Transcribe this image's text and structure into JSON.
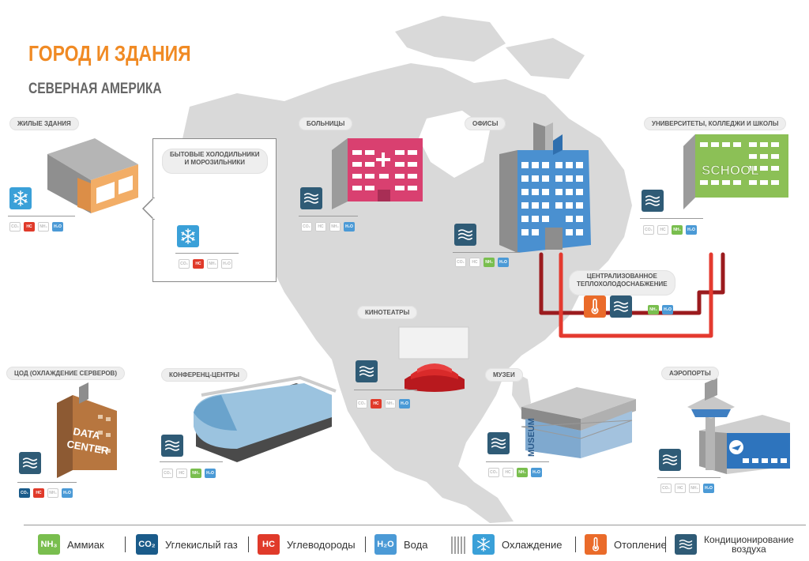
{
  "title": "ГОРОД И ЗДАНИЯ",
  "subtitle": "СЕВЕРНАЯ АМЕРИКА",
  "labels": {
    "residential": "ЖИЛЫЕ ЗДАНИЯ",
    "fridges_1": "БЫТОВЫЕ ХОЛОДИЛЬНИКИ",
    "fridges_2": "И МОРОЗИЛЬНИКИ",
    "hospitals": "БОЛЬНИЦЫ",
    "offices": "ОФИСЫ",
    "universities": "УНИВЕРСИТЕТЫ, КОЛЛЕДЖИ И ШКОЛЫ",
    "district_1": "ЦЕНТРАЛИЗОВАННОЕ",
    "district_2": "ТЕПЛОХОЛОДОСНАБЖЕНИЕ",
    "cinemas": "КИНОТЕАТРЫ",
    "datacenter": "ЦОД (ОХЛАЖДЕНИЕ СЕРВЕРОВ)",
    "conference": "КОНФЕРЕНЦ-ЦЕНТРЫ",
    "museums": "МУЗЕИ",
    "airports": "АЭРОПОРТЫ"
  },
  "signage": {
    "school": "SCHOOL",
    "datacenter_1": "DATA",
    "datacenter_2": "CENTER",
    "museum": "MUSEUM"
  },
  "chips": {
    "co2": "CO₂",
    "hc": "HC",
    "nh3": "NH₃",
    "h2o": "H₂O"
  },
  "legend": {
    "nh3_label": "NH₃",
    "nh3_text": "Аммиак",
    "co2_label": "CO₂",
    "co2_text": "Углекислый газ",
    "hc_label": "HC",
    "hc_text": "Углеводороды",
    "h2o_label": "H₂O",
    "h2o_text": "Вода",
    "cooling_text": "Охлаждение",
    "heating_text": "Отопление",
    "ac_text_1": "Кондиционирование",
    "ac_text_2": "воздуха"
  },
  "colors": {
    "title": "#f08a24",
    "co2": "#1a5b8a",
    "hc": "#e03a2a",
    "nh3": "#79be4e",
    "h2o": "#4b9ad6",
    "ac": "#2f5b76",
    "cooling": "#3aa0d8",
    "heating": "#ea6b2a",
    "pipe_dark": "#9b1b1e",
    "pipe_light": "#e43a2f"
  },
  "icons": [
    "snowflake-icon",
    "air-conditioning-icon",
    "thermometer-icon"
  ]
}
